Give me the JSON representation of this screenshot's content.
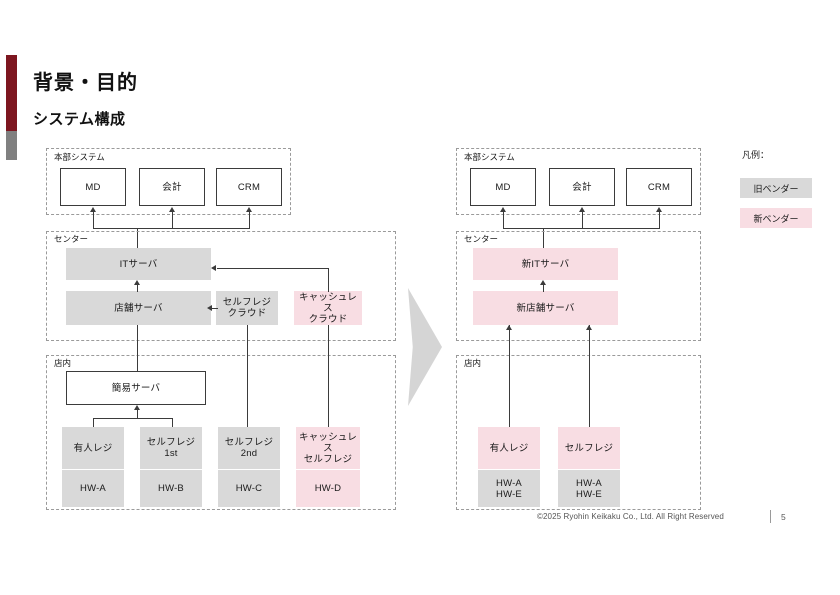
{
  "slide": {
    "title": "背景・目的",
    "subtitle": "システム構成",
    "accent_red": "#7d1620",
    "accent_gray": "#808080",
    "color_old_vendor": "#d9d9d9",
    "color_new_vendor": "#f8dde3"
  },
  "legend": {
    "title": "凡例：",
    "old_vendor": "旧ベンダー",
    "new_vendor": "新ベンダー"
  },
  "left_diagram": {
    "zones": {
      "hq": "本部システム",
      "center": "センター",
      "store": "店内"
    },
    "hq_boxes": [
      "MD",
      "会計",
      "CRM"
    ],
    "center_boxes": {
      "it_server": "ITサーバ",
      "store_server": "店舗サーバ",
      "selfreg_cloud_l1": "セルフレジ",
      "selfreg_cloud_l2": "クラウド",
      "cashless_cloud_l1": "キャッシュレス",
      "cashless_cloud_l2": "クラウド"
    },
    "store_server_simple": "簡易サーバ",
    "terminals": [
      {
        "name_l1": "有人レジ",
        "name_l2": "",
        "hw": "HW-A",
        "vendor": "old"
      },
      {
        "name_l1": "セルフレジ",
        "name_l2": "1st",
        "hw": "HW-B",
        "vendor": "old"
      },
      {
        "name_l1": "セルフレジ",
        "name_l2": "2nd",
        "hw": "HW-C",
        "vendor": "old"
      },
      {
        "name_l1": "キャッシュレス",
        "name_l2": "セルフレジ",
        "hw": "HW-D",
        "vendor": "new"
      }
    ]
  },
  "right_diagram": {
    "zones": {
      "hq": "本部システム",
      "center": "センター",
      "store": "店内"
    },
    "hq_boxes": [
      "MD",
      "会計",
      "CRM"
    ],
    "center_boxes": {
      "new_it_server": "新ITサーバ",
      "new_store_server": "新店舗サーバ"
    },
    "terminals": [
      {
        "name": "有人レジ",
        "hw_l1": "HW-A",
        "hw_l2": "HW-E"
      },
      {
        "name": "セルフレジ",
        "hw_l1": "HW-A",
        "hw_l2": "HW-E"
      }
    ]
  },
  "footer": {
    "copyright": "©2025 Ryohin Keikaku Co., Ltd. All Right Reserved",
    "page": "5"
  }
}
